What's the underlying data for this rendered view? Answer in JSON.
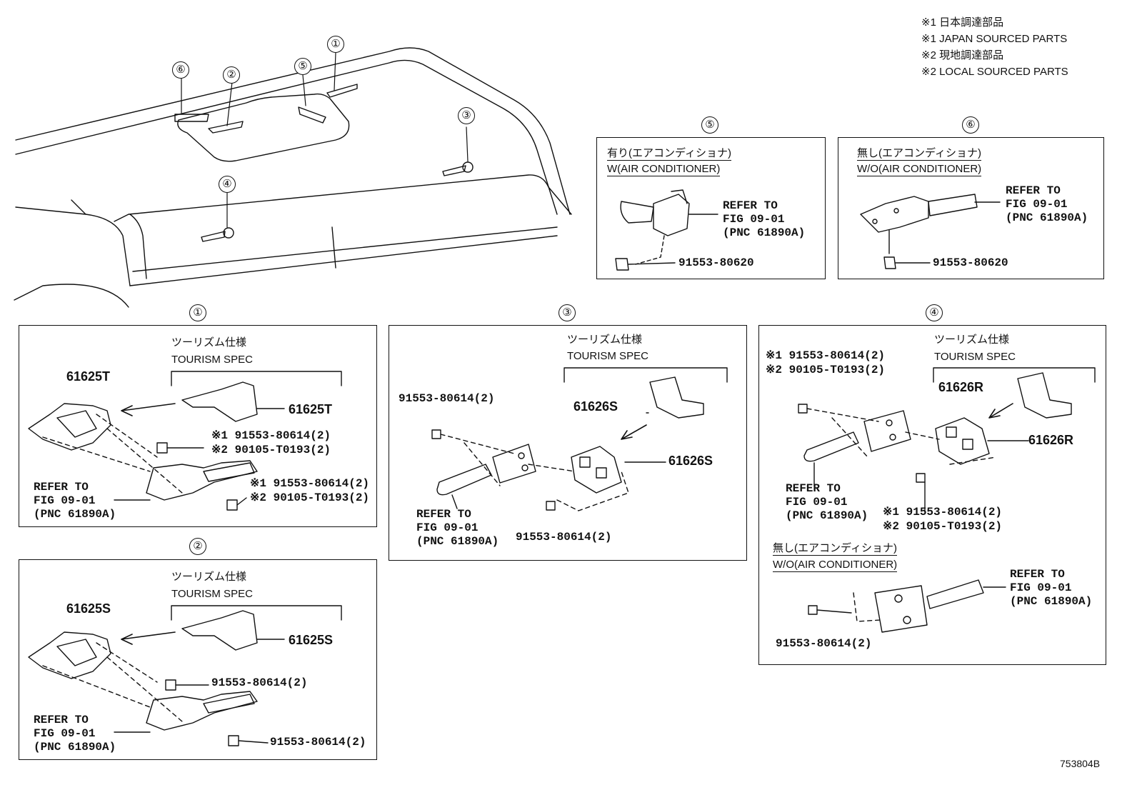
{
  "legend": {
    "l1": "※1 日本調達部品",
    "l2": "※1 JAPAN SOURCED PARTS",
    "l3": "※2 現地調達部品",
    "l4": "※2 LOCAL SOURCED PARTS"
  },
  "overview_callouts": [
    "①",
    "②",
    "③",
    "④",
    "⑤",
    "⑥"
  ],
  "panel1": {
    "callout": "①",
    "spec_jp": "ツーリズム仕様",
    "spec_en": "TOURISM SPEC",
    "part_main": "61625T",
    "part_right": "61625T",
    "bolt_a1": "※1 91553-80614(2)",
    "bolt_a2": "※2 90105-T0193(2)",
    "bolt_b1": "※1 91553-80614(2)",
    "bolt_b2": "※2 90105-T0193(2)",
    "refer_1": "REFER TO",
    "refer_2": "FIG 09-01",
    "refer_3": "(PNC 61890A)"
  },
  "panel2": {
    "callout": "②",
    "spec_jp": "ツーリズム仕様",
    "spec_en": "TOURISM SPEC",
    "part_main": "61625S",
    "part_right": "61625S",
    "bolt_a": "91553-80614(2)",
    "bolt_b": "91553-80614(2)",
    "refer_1": "REFER TO",
    "refer_2": "FIG 09-01",
    "refer_3": "(PNC 61890A)"
  },
  "panel3": {
    "callout": "③",
    "spec_jp": "ツーリズム仕様",
    "spec_en": "TOURISM SPEC",
    "bolt_top": "91553-80614(2)",
    "part_top": "61626S",
    "part_right": "61626S",
    "bolt_bottom": "91553-80614(2)",
    "refer_1": "REFER TO",
    "refer_2": "FIG 09-01",
    "refer_3": "(PNC 61890A)"
  },
  "panel4": {
    "callout": "④",
    "bolt_a1": "※1 91553-80614(2)",
    "bolt_a2": "※2 90105-T0193(2)",
    "spec_jp": "ツーリズム仕様",
    "spec_en": "TOURISM SPEC",
    "part_top": "61626R",
    "part_right": "61626R",
    "refer_1": "REFER TO",
    "refer_2": "FIG 09-01",
    "refer_3": "(PNC 61890A)",
    "bolt_b1": "※1 91553-80614(2)",
    "bolt_b2": "※2 90105-T0193(2)",
    "wo_jp": "無し(エアコンディショナ)",
    "wo_en": "W/O(AIR CONDITIONER)",
    "refer2_1": "REFER TO",
    "refer2_2": "FIG 09-01",
    "refer2_3": "(PNC 61890A)",
    "bolt_c": "91553-80614(2)"
  },
  "panel5": {
    "callout": "⑤",
    "w_jp": "有り(エアコンディショナ)",
    "w_en": "W(AIR CONDITIONER)",
    "refer_1": "REFER TO",
    "refer_2": "FIG 09-01",
    "refer_3": "(PNC 61890A)",
    "bolt": "91553-80620"
  },
  "panel6": {
    "callout": "⑥",
    "wo_jp": "無し(エアコンディショナ)",
    "wo_en": "W/O(AIR CONDITIONER)",
    "refer_1": "REFER TO",
    "refer_2": "FIG 09-01",
    "refer_3": "(PNC 61890A)",
    "bolt": "91553-80620"
  },
  "figure_id": "753804B"
}
